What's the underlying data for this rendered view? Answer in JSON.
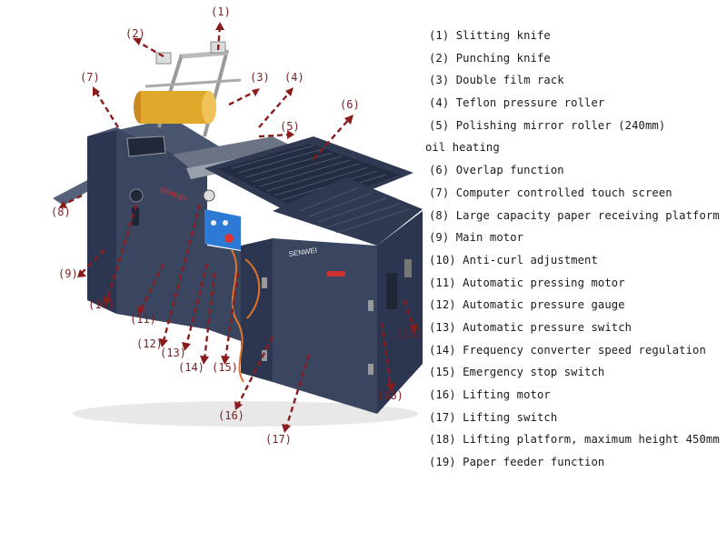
{
  "legend": [
    "(1) Slitting knife",
    "(2) Punching knife",
    "(3) Double film rack",
    "(4) Teflon pressure roller",
    "(5) Polishing mirror roller (240mm)",
    "oil heating",
    "(6) Overlap function",
    "(7) Computer controlled touch screen",
    "(8) Large capacity paper receiving platform",
    "(9) Main motor",
    "(10) Anti-curl adjustment",
    "(11) Automatic pressing motor",
    "(12) Automatic pressure gauge",
    "(13) Automatic pressure switch",
    "(14) Frequency converter speed regulation",
    "(15) Emergency stop switch",
    "(16) Lifting motor",
    "(17) Lifting switch",
    "(18) Lifting platform, maximum height 450mm",
    "(19) Paper feeder function"
  ],
  "callouts": [
    "(1)",
    "(2)",
    "(3)",
    "(4)",
    "(5)",
    "(6)",
    "(7)",
    "(8)",
    "(9)",
    "(10)",
    "(11)",
    "(12)",
    "(13)",
    "(14)",
    "(15)",
    "(16)",
    "(17)",
    "(18)",
    "(19)"
  ],
  "machine_labels": {
    "brand_left": "SENWEI",
    "brand_right": "SENWEI"
  },
  "colors": {
    "body": "#3a4660",
    "arrow": "#8b1c1c",
    "film": "#e1a92c",
    "panel": "#2d7ad6"
  }
}
